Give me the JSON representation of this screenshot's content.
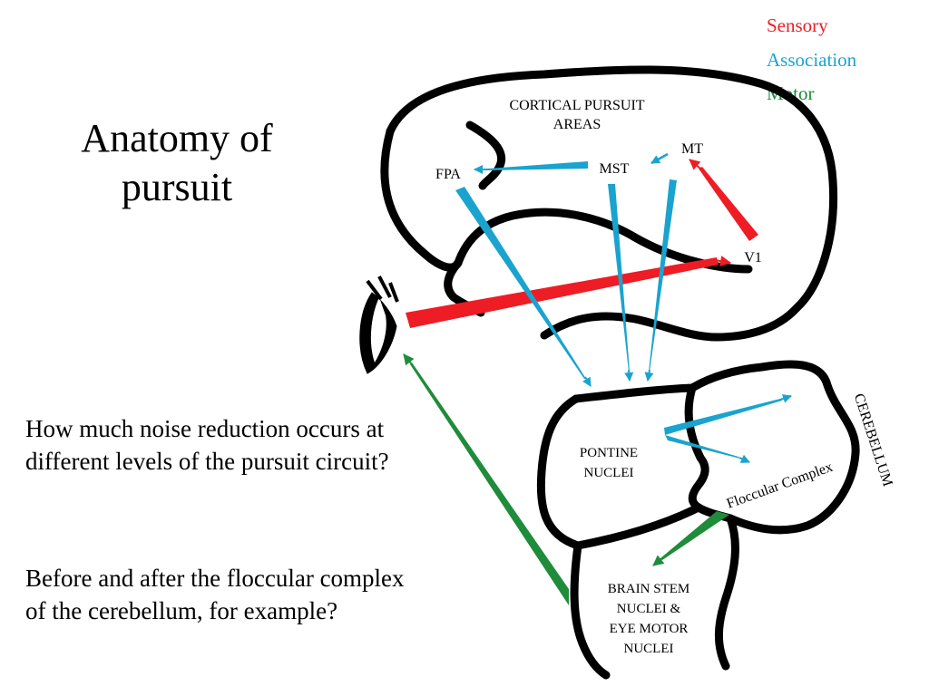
{
  "slide": {
    "title": "Anatomy of pursuit",
    "question_1": "How much noise reduction occurs at different levels of the pursuit circuit?",
    "question_2": "Before and after the floccular complex of the cerebellum, for example?"
  },
  "legend": [
    {
      "label": "Sensory",
      "color": "#ee1c24"
    },
    {
      "label": "Association",
      "color": "#1aa3cf"
    },
    {
      "label": "Motor",
      "color": "#1e8c3a"
    }
  ],
  "diagram": {
    "cortex_title_line1": "CORTICAL  PURSUIT",
    "cortex_title_line2": "AREAS",
    "fpa": "FPA",
    "mst": "MST",
    "mt": "MT",
    "v1": "V1",
    "pontine_line1": "PONTINE",
    "pontine_line2": "NUCLEI",
    "floccular": "Floccular Complex",
    "cerebellum": "CEREBELLUM",
    "brainstem_line1": "BRAIN STEM",
    "brainstem_line2": "NUCLEI &",
    "brainstem_line3": "EYE MOTOR",
    "brainstem_line4": "NUCLEI"
  }
}
